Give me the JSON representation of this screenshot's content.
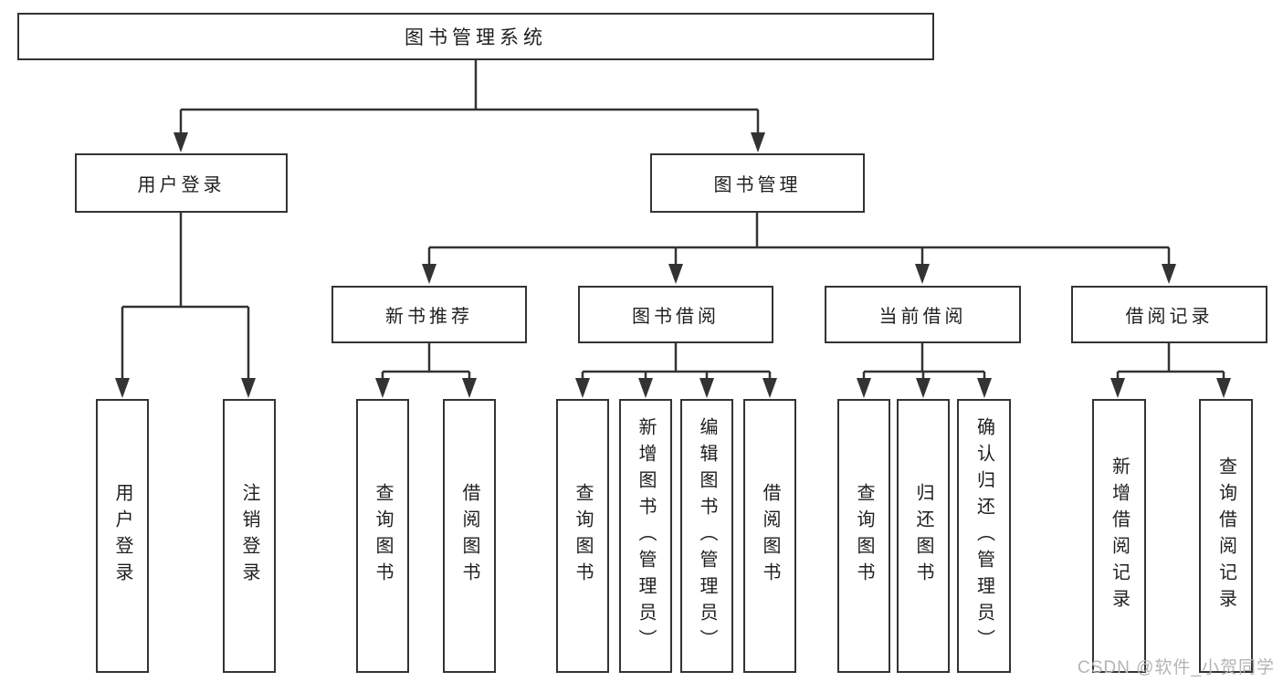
{
  "diagram": {
    "type": "hierarchy-tree",
    "colors": {
      "line": "#333333",
      "box_background": "#ffffff",
      "text": "#1f1f1f",
      "watermark": "#b4b4b4"
    },
    "nodes": {
      "root": {
        "label": "图书管理系统"
      },
      "level1": [
        {
          "label": "用户登录"
        },
        {
          "label": "图书管理"
        }
      ],
      "level2": [
        {
          "label": "新书推荐",
          "parent": "图书管理"
        },
        {
          "label": "图书借阅",
          "parent": "图书管理"
        },
        {
          "label": "当前借阅",
          "parent": "图书管理"
        },
        {
          "label": "借阅记录",
          "parent": "图书管理"
        }
      ],
      "leaves": [
        {
          "label": "用户登录",
          "parent": "用户登录"
        },
        {
          "label": "注销登录",
          "parent": "用户登录"
        },
        {
          "label": "查询图书",
          "parent": "新书推荐"
        },
        {
          "label": "借阅图书",
          "parent": "新书推荐"
        },
        {
          "label": "查询图书",
          "parent": "图书借阅"
        },
        {
          "label": "新增图书（管理员）",
          "parent": "图书借阅"
        },
        {
          "label": "编辑图书（管理员）",
          "parent": "图书借阅"
        },
        {
          "label": "借阅图书",
          "parent": "图书借阅"
        },
        {
          "label": "查询图书",
          "parent": "当前借阅"
        },
        {
          "label": "归还图书",
          "parent": "当前借阅"
        },
        {
          "label": "确认归还（管理员）",
          "parent": "当前借阅"
        },
        {
          "label": "新增借阅记录",
          "parent": "借阅记录"
        },
        {
          "label": "查询借阅记录",
          "parent": "借阅记录"
        }
      ]
    },
    "watermark": {
      "text": "CSDN @软件_小贺同学"
    }
  }
}
